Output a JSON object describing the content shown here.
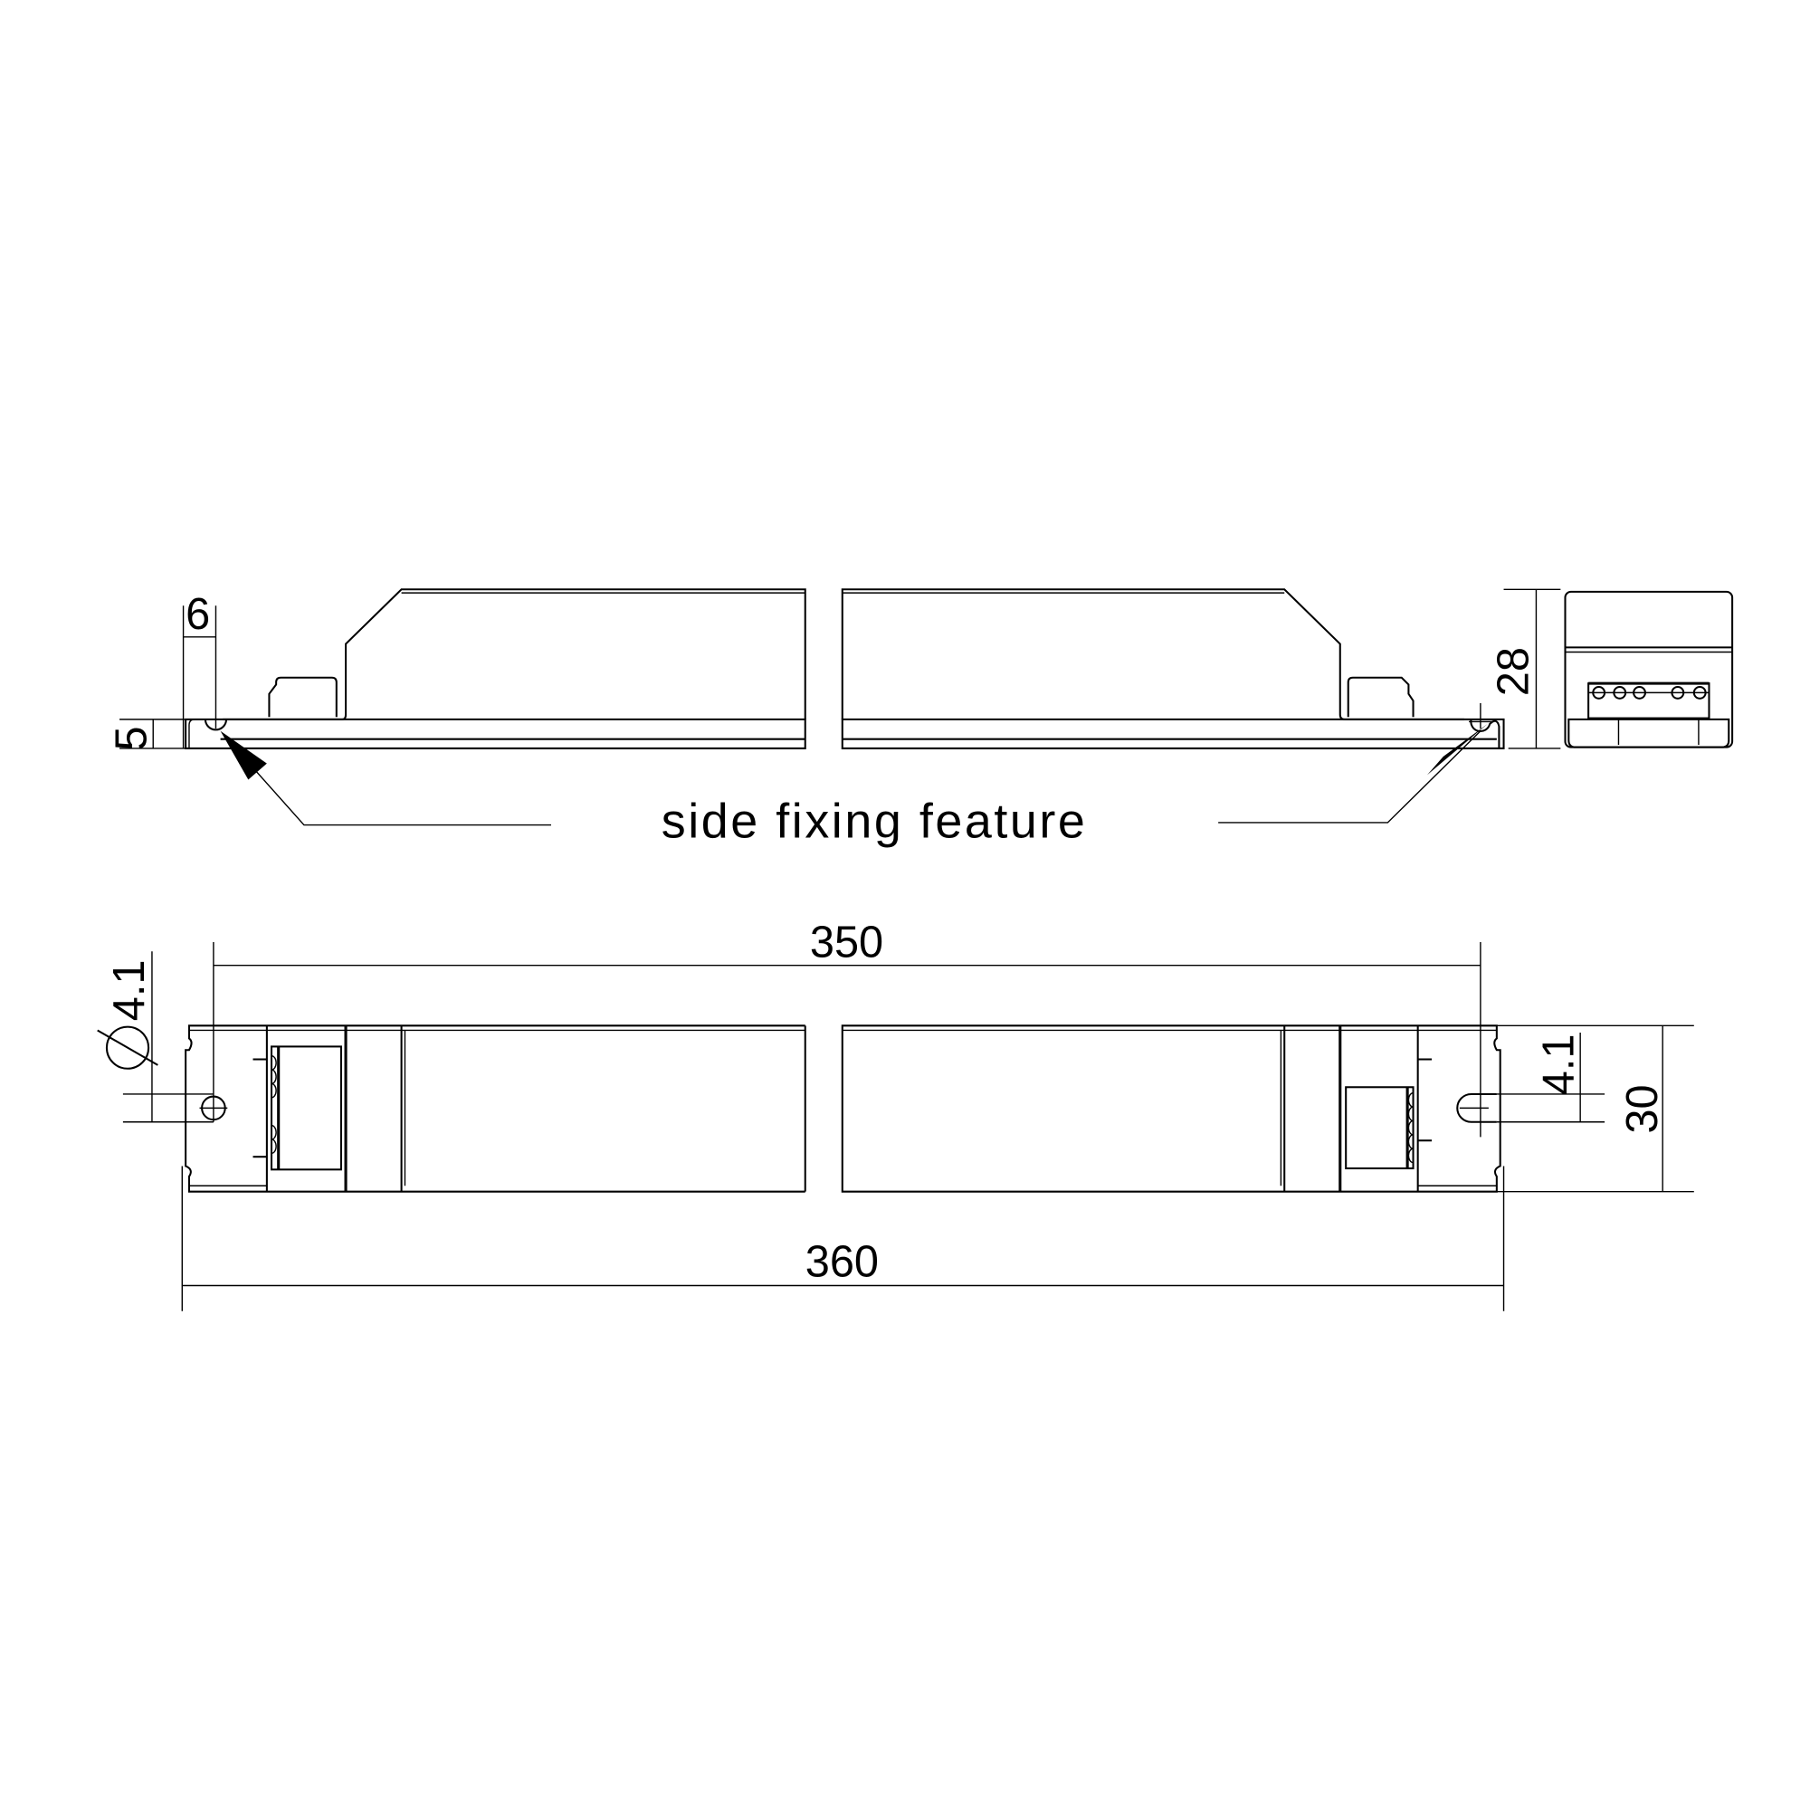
{
  "drawing": {
    "type": "technical-dimension-drawing",
    "units": "mm",
    "background": "#ffffff",
    "line_color": "#000000"
  },
  "side_view": {
    "callout_label": "side fixing feature",
    "dimensions": {
      "tab_width": "6",
      "tab_height": "5",
      "height": "28"
    }
  },
  "top_view": {
    "dimensions": {
      "hole_spacing": "350",
      "overall_length": "360",
      "hole_diameter_symbol": "∅",
      "hole_diameter": "4.1",
      "slot_width": "4.1",
      "width": "30"
    }
  }
}
